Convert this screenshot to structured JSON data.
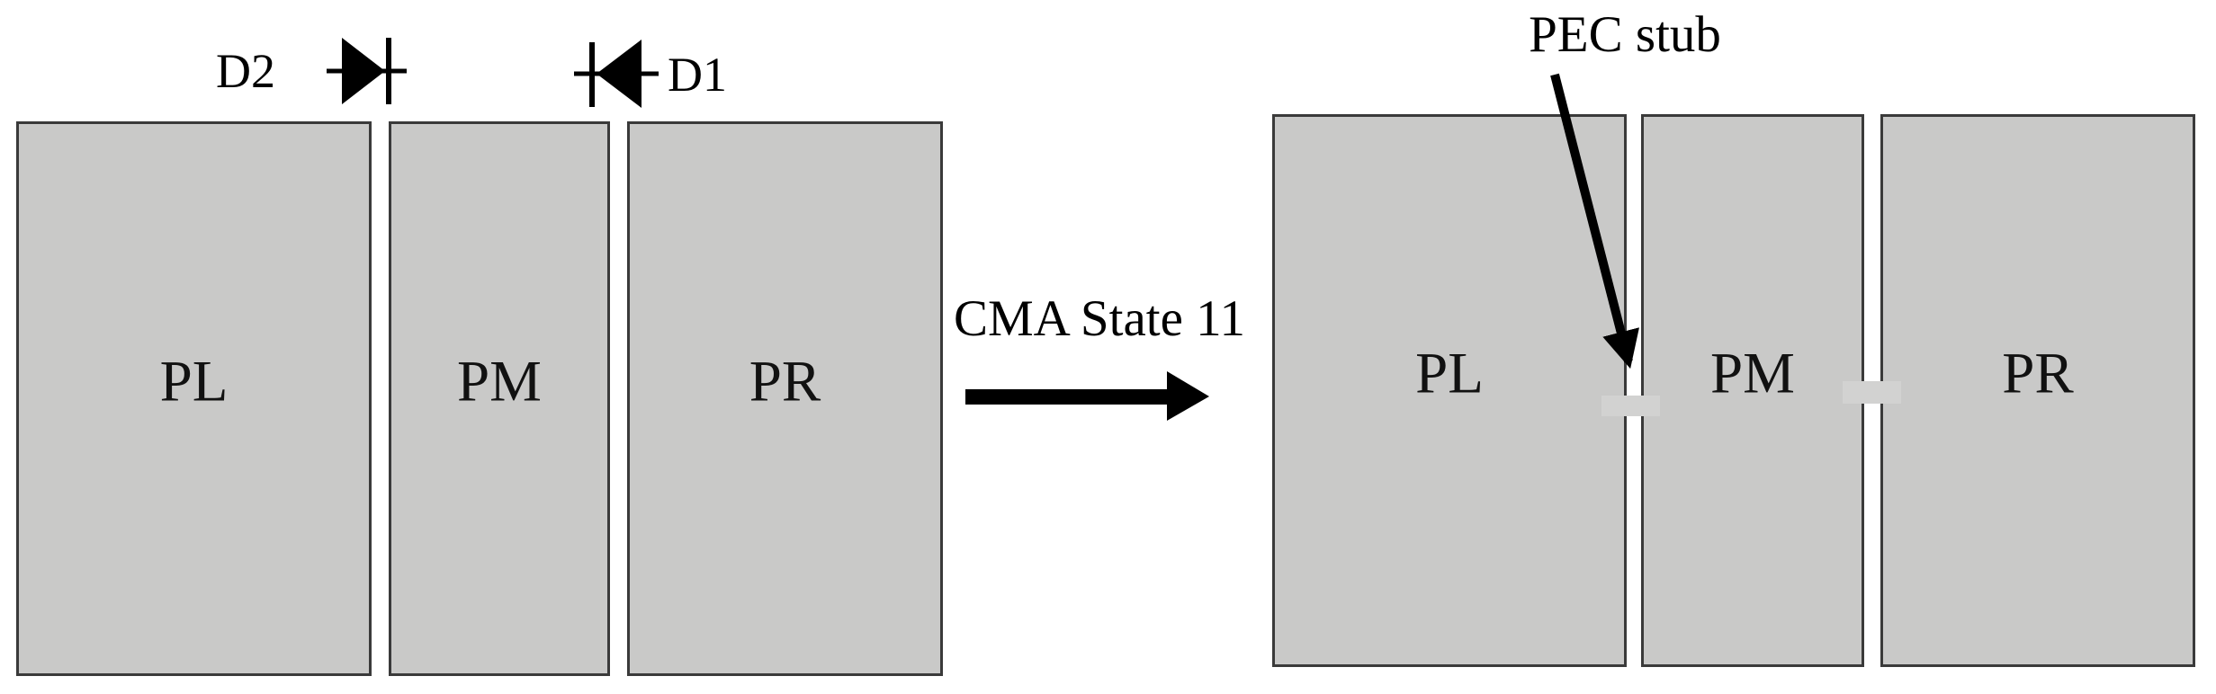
{
  "colors": {
    "background": "#ffffff",
    "patch_fill": "#c9c9c8",
    "patch_border": "#3a3a3a",
    "stub_fill": "#d2d2d1",
    "ink": "#000000"
  },
  "left_panel": {
    "diodes": [
      {
        "label": "D2",
        "direction": "right"
      },
      {
        "label": "D1",
        "direction": "left"
      }
    ],
    "patches": [
      {
        "label": "PL"
      },
      {
        "label": "PM"
      },
      {
        "label": "PR"
      }
    ]
  },
  "transition": {
    "label": "CMA State 11"
  },
  "right_panel": {
    "annotation": "PEC stub",
    "stub_count": 2,
    "patches": [
      {
        "label": "PL"
      },
      {
        "label": "PM"
      },
      {
        "label": "PR"
      }
    ]
  }
}
